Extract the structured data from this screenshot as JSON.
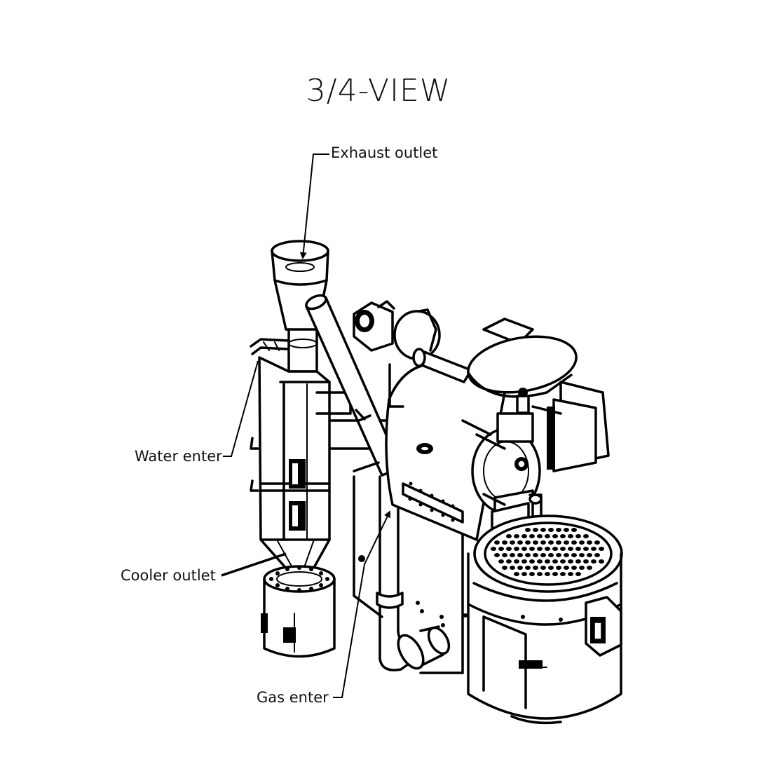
{
  "diagram": {
    "title": "3/4-VIEW",
    "labels": {
      "exhaust_outlet": "Exhaust outlet",
      "water_enter": "Water enter",
      "cooler_outlet": "Cooler outlet",
      "gas_enter": "Gas enter"
    }
  },
  "colors": {
    "line": "#000000",
    "background": "#ffffff"
  }
}
